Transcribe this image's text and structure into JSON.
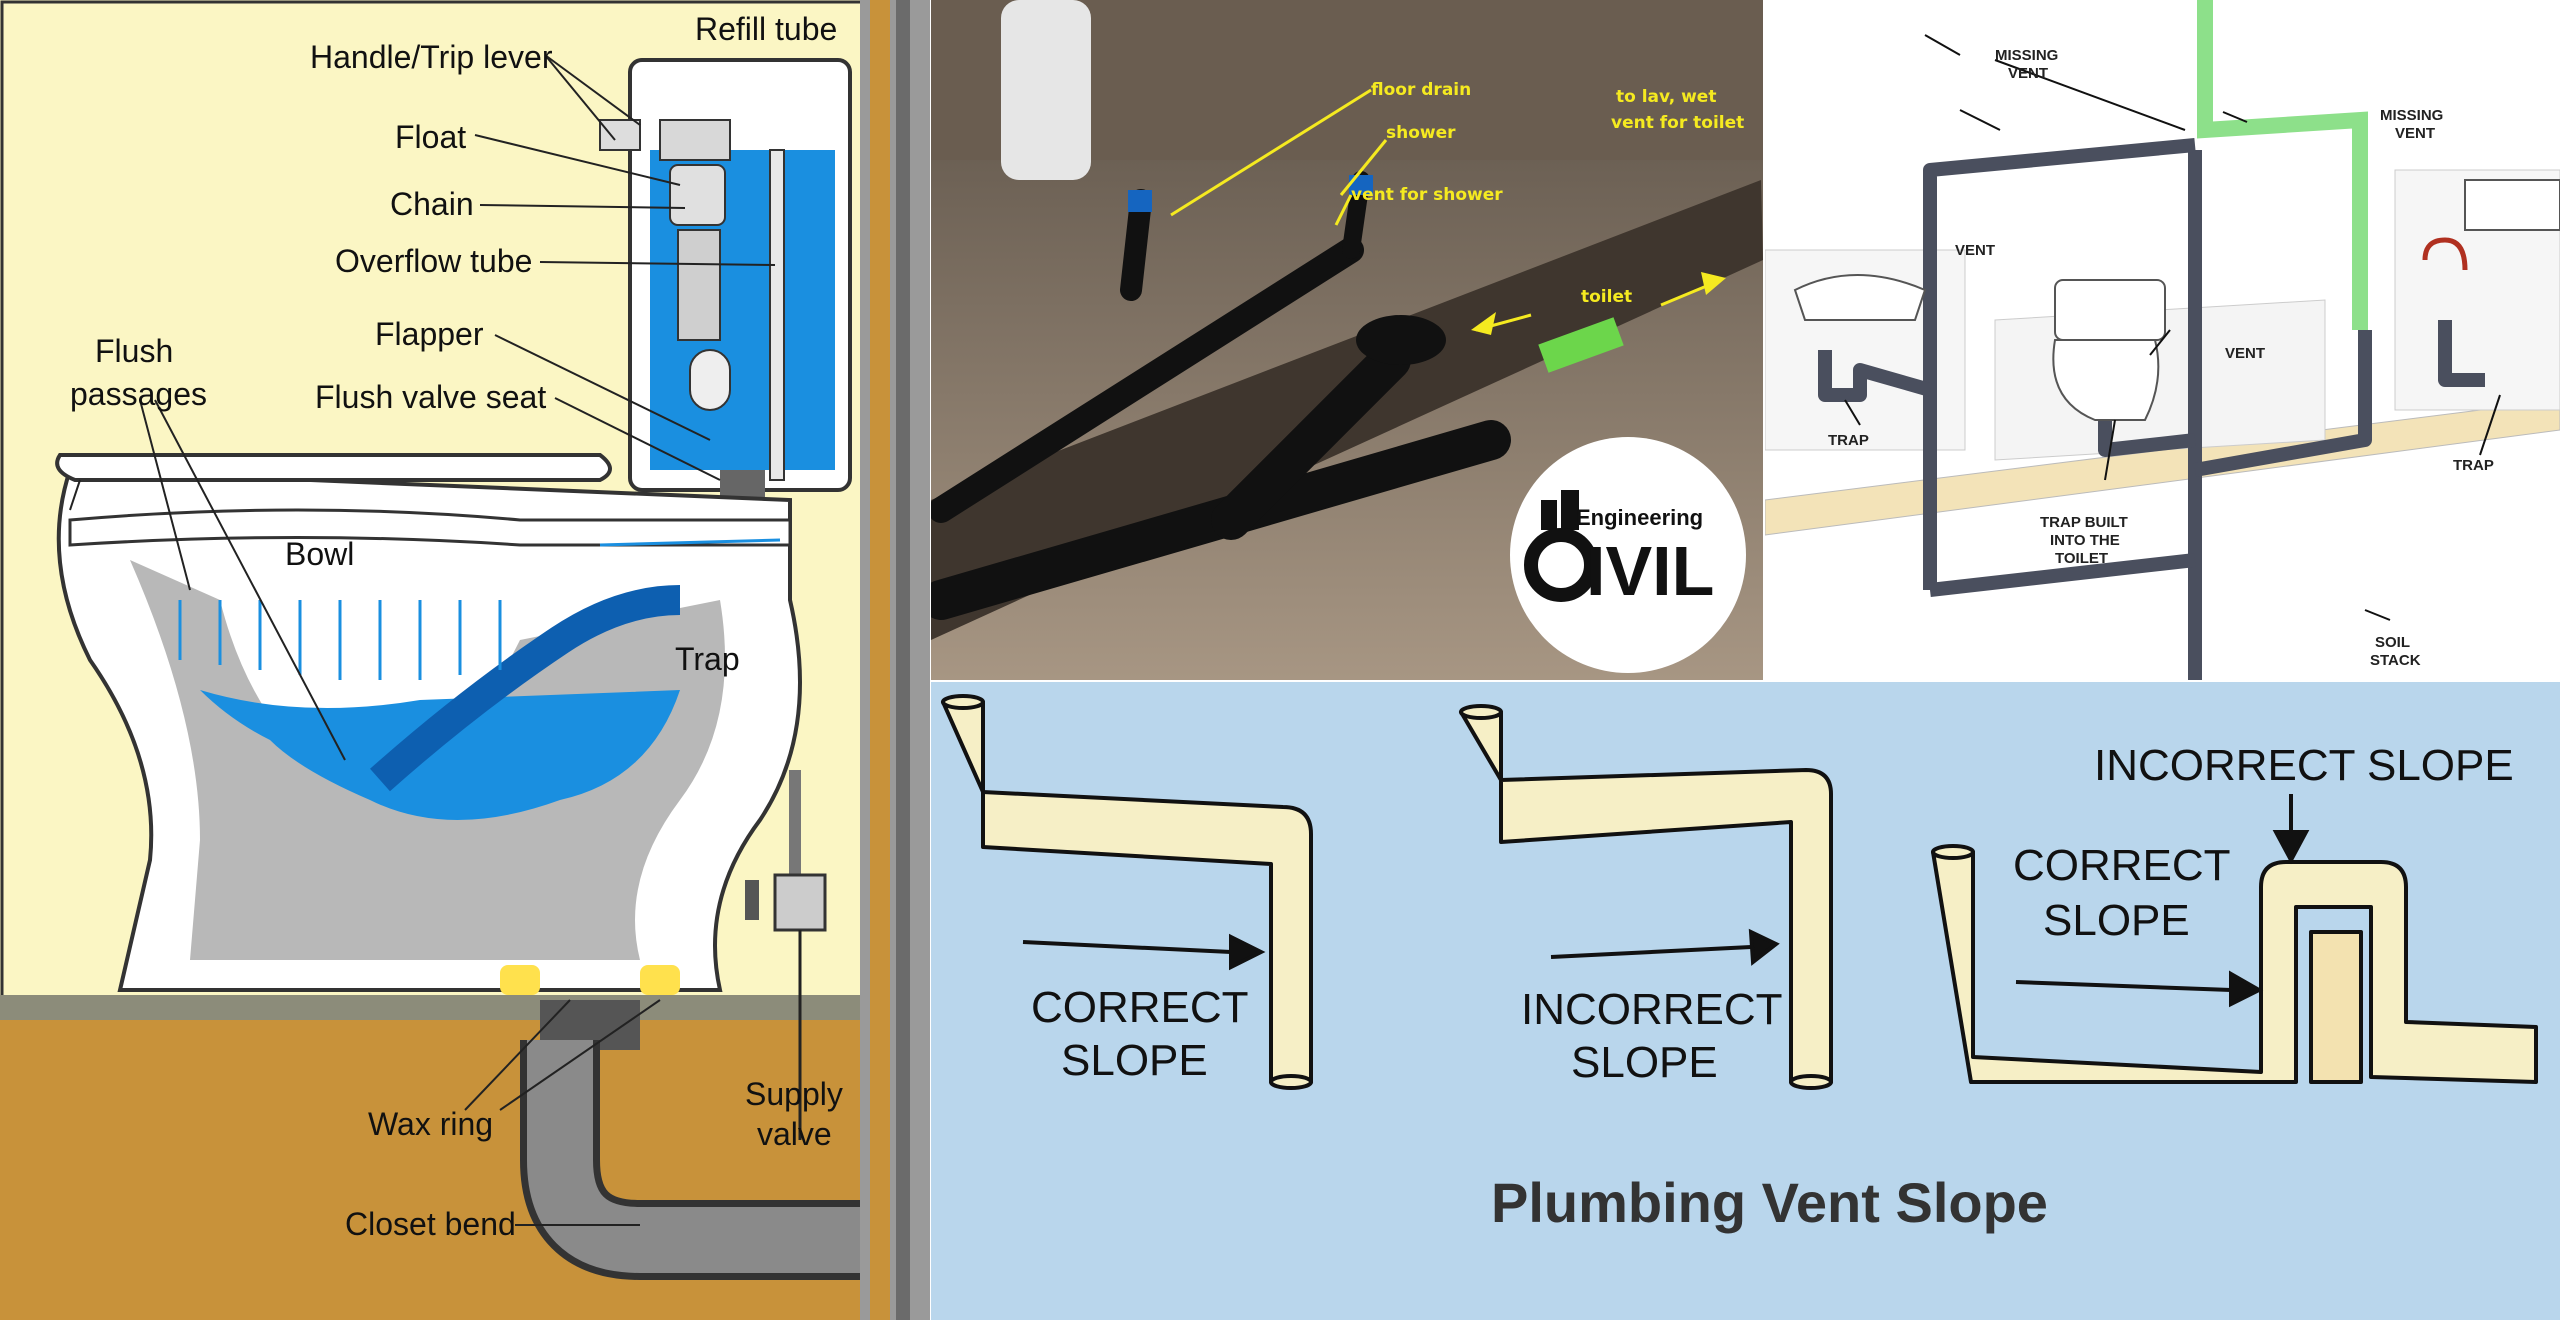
{
  "toilet_diagram": {
    "labels": {
      "refill_tube": "Refill tube",
      "handle": "Handle/Trip lever",
      "float": "Float",
      "chain": "Chain",
      "overflow": "Overflow tube",
      "flapper": "Flapper",
      "flush_seat": "Flush valve seat",
      "flush_passages_1": "Flush",
      "flush_passages_2": "passages",
      "bowl": "Bowl",
      "trap": "Trap",
      "wax_ring": "Wax ring",
      "supply_1": "Supply",
      "supply_2": "valve",
      "closet_bend": "Closet bend"
    },
    "colors": {
      "water": "#1a8fe0",
      "background": "#fbf6c4",
      "floor": "#c8923a"
    }
  },
  "photo": {
    "labels": {
      "floor_drain": "floor drain",
      "shower": "shower",
      "vent_shower": "vent for shower",
      "lav_1": "to lav, wet",
      "lav_2": "vent for toilet",
      "toilet": "toilet"
    },
    "logo": {
      "top": "Engineering",
      "bottom": "IVIL"
    }
  },
  "vent_diagram": {
    "labels": {
      "missing_vent_top_1": "MISSING",
      "missing_vent_top_2": "VENT",
      "missing_vent_right_1": "MISSING",
      "missing_vent_right_2": "VENT",
      "vent_left": "VENT",
      "vent_center": "VENT",
      "trap_left": "TRAP",
      "trap_right": "TRAP",
      "trap_toilet_1": "TRAP BUILT",
      "trap_toilet_2": "INTO THE",
      "trap_toilet_3": "TOILET",
      "soil_1": "SOIL",
      "soil_2": "STACK"
    }
  },
  "slope_diagram": {
    "labels": {
      "correct_1": "CORRECT",
      "correct_2": "SLOPE",
      "incorrect_1": "INCORRECT",
      "incorrect_2": "SLOPE",
      "correct3_1": "CORRECT",
      "correct3_2": "SLOPE",
      "incorrect_top": "INCORRECT SLOPE",
      "title": "Plumbing Vent Slope"
    }
  }
}
